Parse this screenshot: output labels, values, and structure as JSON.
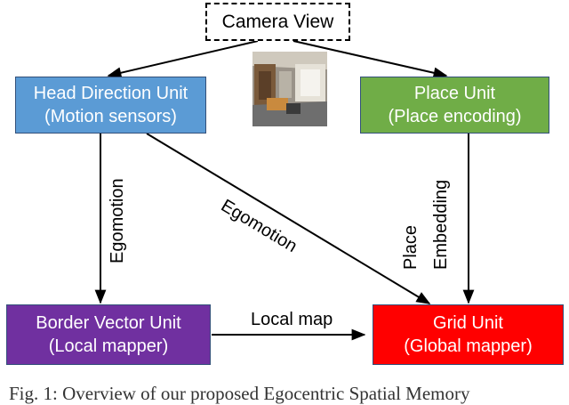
{
  "nodes": {
    "camera": {
      "label": "Camera View"
    },
    "head_direction": {
      "line1": "Head Direction Unit",
      "line2": "(Motion sensors)",
      "color": "#5b9bd5"
    },
    "place": {
      "line1": "Place Unit",
      "line2": "(Place encoding)",
      "color": "#70ad47"
    },
    "border_vector": {
      "line1": "Border Vector Unit",
      "line2": "(Local mapper)",
      "color": "#7030a0"
    },
    "grid": {
      "line1": "Grid Unit",
      "line2": "(Global mapper)",
      "color": "#ff0000"
    }
  },
  "edges": {
    "egomotion_vertical": "Egomotion",
    "egomotion_diagonal": "Egomotion",
    "place_embedding_line1": "Place",
    "place_embedding_line2": "Embedding",
    "local_map": "Local map"
  },
  "caption": "Fig. 1: Overview of our proposed Egocentric Spatial Memory"
}
